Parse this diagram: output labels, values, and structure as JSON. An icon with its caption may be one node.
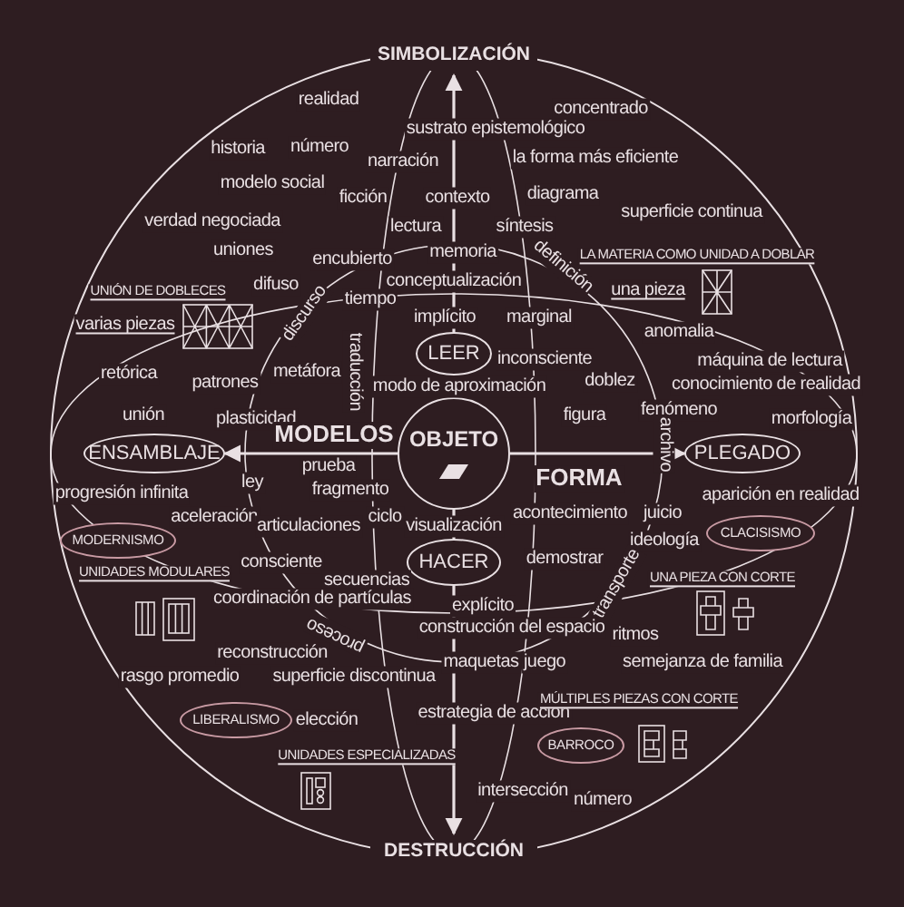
{
  "diagram": {
    "nodes": [
      {
        "text": [
          "SIMBOLIZACIÓN"
        ]
      },
      {
        "text": [
          "LEER"
        ]
      },
      {
        "text": [
          "OBJETO"
        ]
      },
      {
        "text": [
          "ENSAMBLAJE"
        ]
      },
      {
        "text": [
          "PLEGADO"
        ]
      },
      {
        "text": [
          "MODERNISMO"
        ]
      },
      {
        "text": [
          "CLACISISMO"
        ]
      },
      {
        "text": [
          "HACER"
        ]
      },
      {
        "text": [
          "LIBERALISMO"
        ]
      },
      {
        "text": [
          "BARROCO"
        ]
      },
      {
        "text": [
          "DESTRUCCIÓN"
        ]
      }
    ],
    "edges": [
      {
        "from": 1,
        "to": 0,
        "arrow": "to"
      },
      {
        "from": 2,
        "to": 3,
        "arrow": "to"
      },
      {
        "from": 2,
        "to": 4,
        "arrow": "to"
      },
      {
        "from": 2,
        "to": 7,
        "arrow": "none"
      },
      {
        "from": 7,
        "to": 10,
        "arrow": "to"
      }
    ],
    "labels": [
      "realidad",
      "concentrado",
      "sustrato epistemológico",
      "historia",
      "número",
      "narración",
      "la forma más eficiente",
      "modelo social",
      "ficción",
      "contexto",
      "diagrama",
      "verdad negociada",
      "lectura",
      "síntesis",
      "superficie continua",
      "uniones",
      "encubierto",
      "memoria",
      "definición",
      "LA MATERIA COMO UNIDAD A DOBLAR",
      "difuso",
      "conceptualización",
      "UNIÓN DE DOBLECES",
      "una pieza",
      "discurso",
      "tiempo",
      "implícito",
      "marginal",
      "varias piezas",
      "anomalia",
      "inconsciente",
      "máquina de lectura",
      "retórica",
      "metáfora",
      "patrones",
      "doblez",
      "conocimiento de realidad",
      "traducción",
      "modo de aproximación",
      "unión",
      "figura",
      "fenómeno",
      "plasticidad",
      "morfología",
      "MODELOS",
      "archivo",
      "prueba",
      "FORMA",
      "progresión infinita",
      "ley",
      "fragmento",
      "aparición en realidad",
      "aceleración",
      "articulaciones",
      "ciclo",
      "visualización",
      "acontecimiento",
      "juicio",
      "ideología",
      "consciente",
      "demostrar",
      "UNIDADES MODULARES",
      "UNA PIEZA CON CORTE",
      "secuencias",
      "transporte",
      "coordinación de partículas",
      "explícito",
      "construcción del espacio",
      "proceso",
      "ritmos",
      "reconstrucción",
      "maquetas",
      "juego",
      "semejanza de familia",
      "rasgo promedio",
      "superficie discontinua",
      "elección",
      "estrategia de acción",
      "MÚLTIPLES PIEZAS CON CORTE",
      "UNIDADES ESPECIALIZADAS",
      "intersección",
      "número"
    ]
  }
}
